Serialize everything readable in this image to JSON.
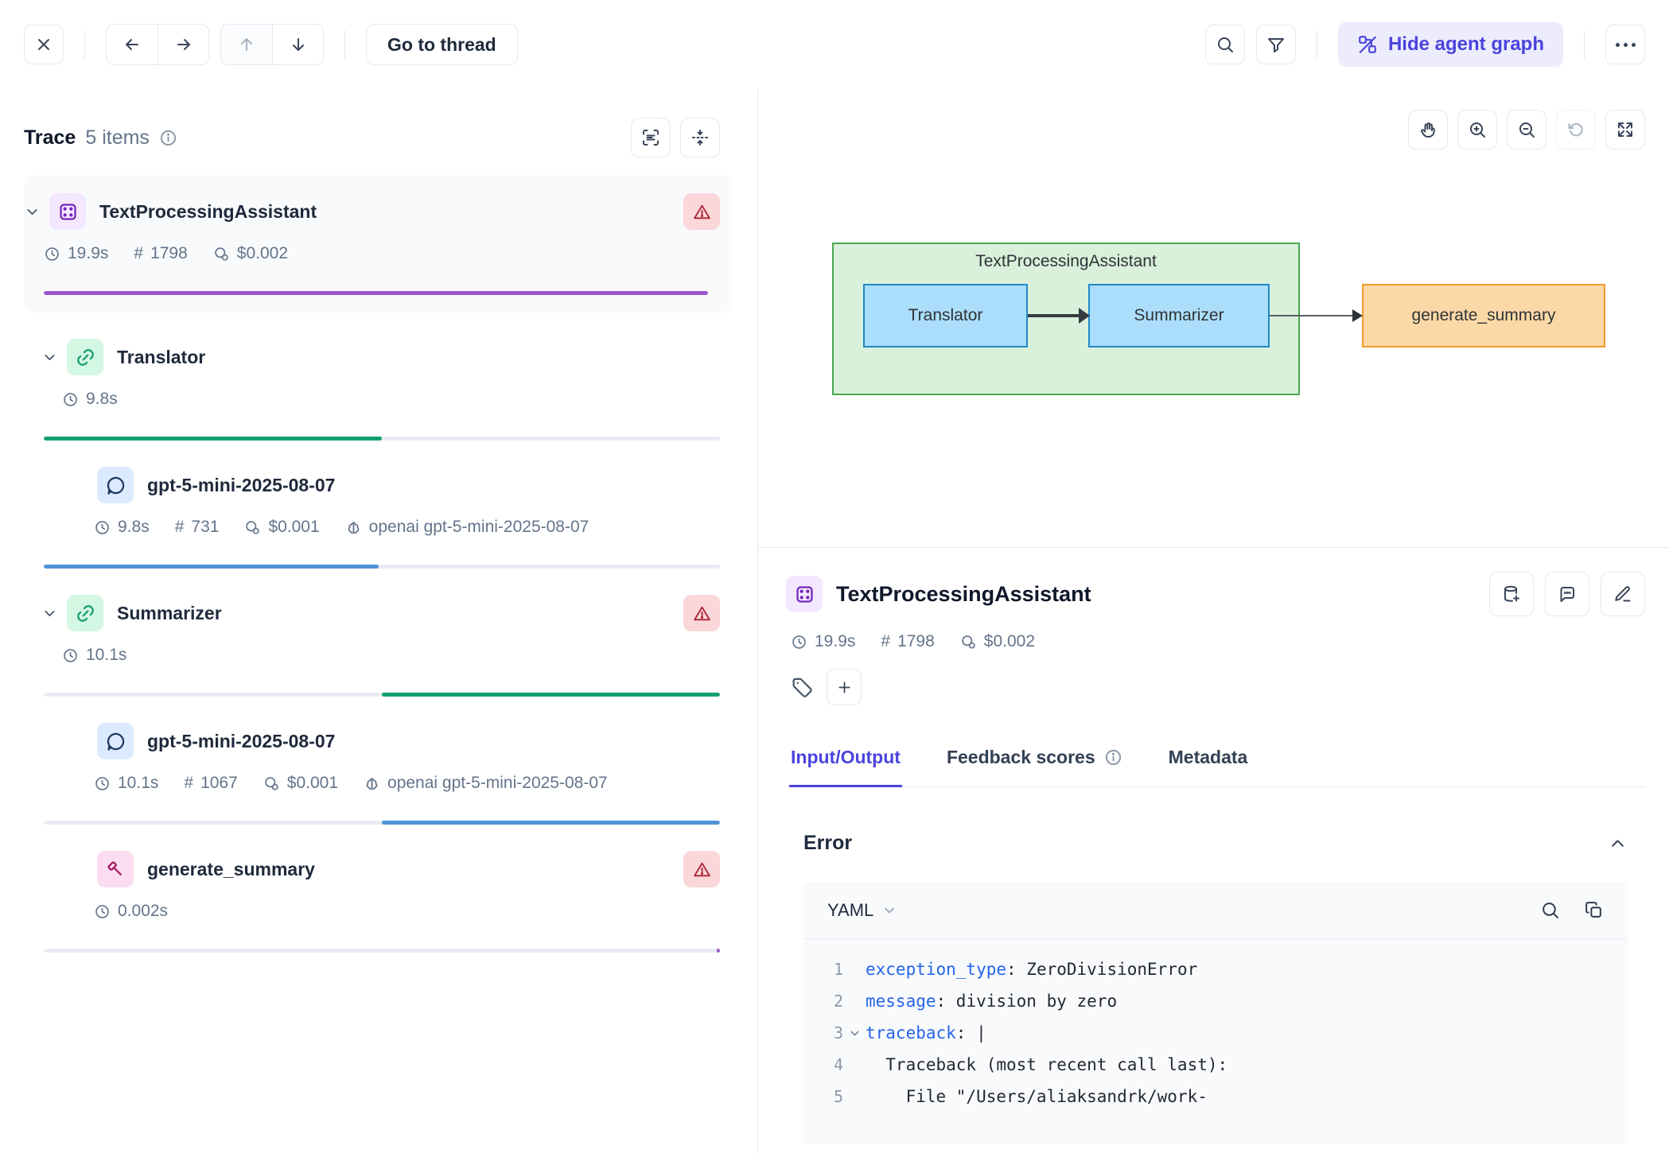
{
  "colors": {
    "accent": "#4a44dd",
    "accent_bg": "#ececfd",
    "error_bg": "#fbd7da",
    "error_fg": "#a92434",
    "bar_purple": "#9c56c9",
    "bar_green": "#13a06d",
    "bar_blue": "#4f94d8",
    "graph_container_fill": "#d9f0da",
    "graph_container_border": "#49a852",
    "graph_node_fill": "#abdefb",
    "graph_node_border": "#2088c8",
    "graph_tool_fill": "#fbd9a6",
    "graph_tool_border": "#f39b2d"
  },
  "symbols": {
    "hash": "#"
  },
  "topbar": {
    "go_to_thread": "Go to thread",
    "hide_agent_graph": "Hide agent graph"
  },
  "trace_panel": {
    "title": "Trace",
    "count": "5 items",
    "spans": [
      {
        "name": "TextProcessingAssistant",
        "duration": "19.9s",
        "tokens": "1798",
        "cost": "$0.002",
        "bar": {
          "color": "#9c56c9",
          "start": 0,
          "width": 100
        }
      },
      {
        "name": "Translator",
        "duration": "9.8s",
        "bar": {
          "color": "#13a06d",
          "start": 0,
          "width": 50
        }
      },
      {
        "name": "gpt-5-mini-2025-08-07",
        "duration": "9.8s",
        "tokens": "731",
        "cost": "$0.001",
        "provider": "openai gpt-5-mini-2025-08-07",
        "bar": {
          "color": "#4f94d8",
          "start": 0,
          "width": 49.5
        }
      },
      {
        "name": "Summarizer",
        "duration": "10.1s",
        "bar": {
          "color": "#13a06d",
          "start": 50,
          "width": 50
        }
      },
      {
        "name": "gpt-5-mini-2025-08-07",
        "duration": "10.1s",
        "tokens": "1067",
        "cost": "$0.001",
        "provider": "openai gpt-5-mini-2025-08-07",
        "bar": {
          "color": "#4f94d8",
          "start": 50,
          "width": 50
        }
      },
      {
        "name": "generate_summary",
        "duration": "0.002s",
        "bar": {
          "color": "#9c56c9",
          "start": 99.5,
          "width": 0.5
        }
      }
    ]
  },
  "graph": {
    "container_label": "TextProcessingAssistant",
    "translator_label": "Translator",
    "summarizer_label": "Summarizer",
    "tool_label": "generate_summary"
  },
  "details": {
    "title": "TextProcessingAssistant",
    "duration": "19.9s",
    "tokens": "1798",
    "cost": "$0.002",
    "tabs": {
      "input_output": "Input/Output",
      "feedback_scores": "Feedback scores",
      "metadata": "Metadata"
    },
    "error_heading": "Error",
    "code": {
      "language": "YAML",
      "lines": [
        {
          "num": "1",
          "key": "exception_type",
          "value": ": ZeroDivisionError"
        },
        {
          "num": "2",
          "key": "message",
          "value": ": division by zero"
        },
        {
          "num": "3",
          "key": "traceback",
          "value": ": |"
        },
        {
          "num": "4",
          "value": "  Traceback (most recent call last):"
        },
        {
          "num": "5",
          "value": "    File \"/Users/aliaksandrk/work-"
        }
      ]
    }
  }
}
